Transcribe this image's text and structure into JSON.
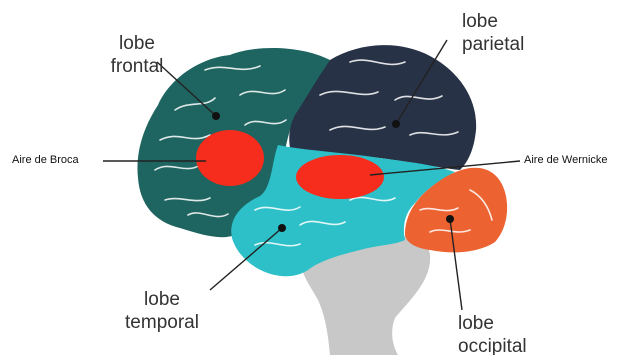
{
  "labels": {
    "frontal": [
      "lobe",
      "frontal"
    ],
    "parietal": [
      "lobe",
      "parietal"
    ],
    "temporal": [
      "lobe",
      "temporal"
    ],
    "occipital": [
      "lobe",
      "occipital"
    ],
    "broca": "Aire de Broca",
    "wernicke": "Aire de Wernicke"
  },
  "colors": {
    "frontal_lobe": "#1e6460",
    "parietal_lobe": "#283246",
    "temporal_lobe": "#2ec0c8",
    "occipital_lobe": "#ec6230",
    "language_areas": "#f62c1c",
    "brainstem": "#c8c8c8",
    "pointer": "#222222"
  }
}
